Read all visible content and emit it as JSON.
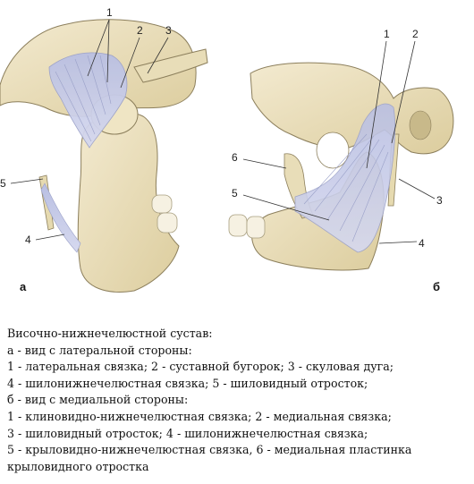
{
  "diagram": {
    "panel_a": {
      "letter": "а",
      "labels": [
        "1",
        "2",
        "3",
        "5",
        "4"
      ]
    },
    "panel_b": {
      "letter": "б",
      "labels": [
        "1",
        "2",
        "6",
        "5",
        "3",
        "4"
      ]
    }
  },
  "caption": {
    "lines": [
      "Височно-нижнечелюстной сустав:",
      "а - вид с латеральной стороны:",
      "1 - латеральная связка; 2 - суставной бугорок; 3 - скуловая дуга;",
      "4 - шилонижнечелюстная связка; 5 - шиловидный отросток;",
      "б - вид с медиальной стороны:",
      "1 - клиновидно-нижнечелюстная связка; 2 - медиальная связка;",
      "3 - шиловидный отросток; 4 - шилонижнечелюстная связка;",
      "5 - крыловидно-нижнечелюстная связка, 6 - медиальная пластинка",
      "крыловидного отростка"
    ]
  },
  "colors": {
    "bone": "#efe5c4",
    "bone_shadow": "#d8c99c",
    "ligament": "#c9cde8",
    "cavity": "#ffffff",
    "outline": "#8c7f5c"
  }
}
